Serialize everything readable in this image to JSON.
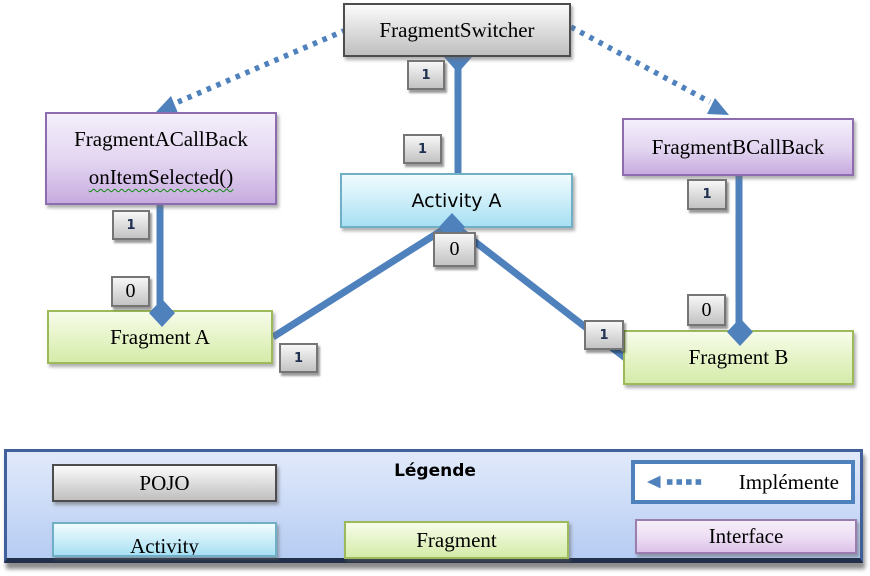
{
  "colors": {
    "accent_blue": "#4f81bd",
    "pojo_gray": "#c6c6c6",
    "activity_cyan": "#a7e0f3",
    "fragment_green": "#d5ebaa",
    "interface_purple": "#c7abdf",
    "legend_background": "#c3d6f4",
    "spellcheck_green": "#108a10"
  },
  "nodes": {
    "switcher": {
      "label": "FragmentSwitcher"
    },
    "a_callback": {
      "line1": "FragmentACallBack",
      "line2": "onItemSelected()"
    },
    "b_callback": {
      "label": "FragmentBCallBack"
    },
    "activity_a": {
      "label": "Activity A"
    },
    "fragment_a": {
      "label": "Fragment A"
    },
    "fragment_b": {
      "label": "Fragment B"
    }
  },
  "multiplicities": {
    "below_switcher": "1",
    "above_activity_a": "1",
    "below_activity_a": "0",
    "below_a_callback": "1",
    "above_fragment_a": "0",
    "below_b_callback": "1",
    "above_fragment_b": "0",
    "right_of_fragment_a": "1",
    "left_of_fragment_b": "1"
  },
  "legend": {
    "title": "Légende",
    "pojo": "POJO",
    "activity": "Activity",
    "fragment": "Fragment",
    "interface": "Interface",
    "implements": "Implémente"
  }
}
